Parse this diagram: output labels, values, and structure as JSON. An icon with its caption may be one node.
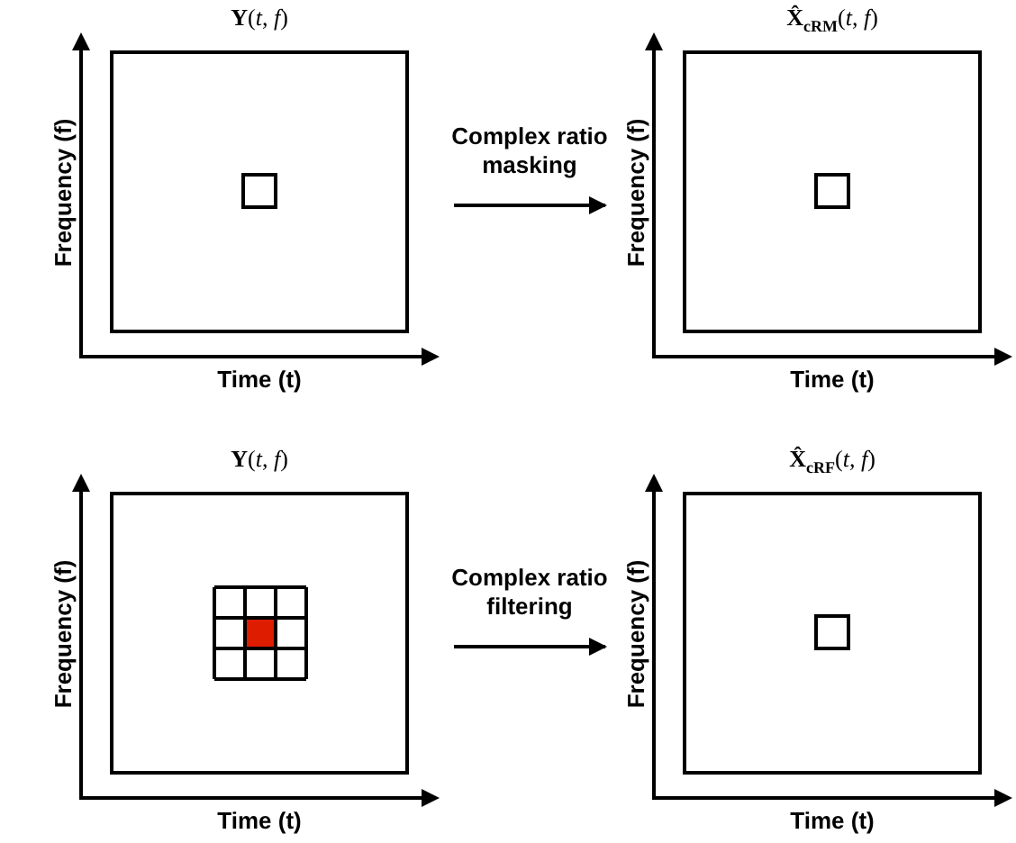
{
  "diagram": {
    "nodes": [
      {
        "text": [
          "**Y**(*t*, *f*)"
        ],
        "beside": [
          "Frequency (f)",
          "Time (t)"
        ]
      },
      {
        "text": [
          "**X̂**$_{cRM}$(*t*, *f*)"
        ],
        "beside": [
          "Frequency (f)",
          "Time (t)"
        ]
      },
      {
        "text": [
          "**Y**(*t*, *f*)"
        ],
        "beside": [
          "Frequency (f)",
          "Time (t)"
        ]
      },
      {
        "text": [
          "**X̂**$_{cRF}$(*t*, *f*)"
        ],
        "beside": [
          "Frequency (f)",
          "Time (t)"
        ]
      }
    ],
    "edges": [
      {
        "from": 0,
        "to": 1,
        "arrow": "to",
        "label": "Complex ratio masking"
      },
      {
        "from": 2,
        "to": 3,
        "arrow": "to",
        "label": "Complex ratio filtering"
      }
    ]
  }
}
